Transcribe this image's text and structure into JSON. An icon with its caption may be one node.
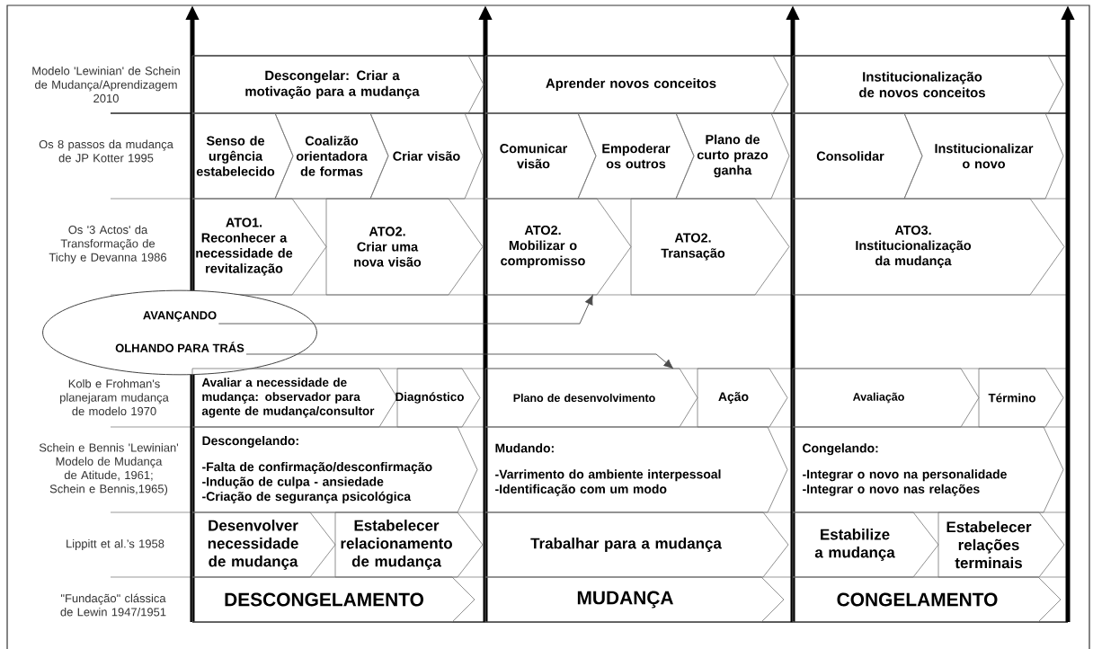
{
  "diagram": {
    "nodes": [
      {
        "text": [
          "Descongelar: Criar a motivação para a mudança"
        ]
      },
      {
        "text": [
          "Aprender novos conceitos"
        ]
      },
      {
        "text": [
          "Institucionalização de novos conceitos"
        ]
      },
      {
        "text": [
          "Senso de urgência estabelecido"
        ]
      },
      {
        "text": [
          "Coalizão orientadora de formas"
        ]
      },
      {
        "text": [
          "Criar visão"
        ]
      },
      {
        "text": [
          "Comunicar visão"
        ]
      },
      {
        "text": [
          "Empoderar os outros"
        ]
      },
      {
        "text": [
          "Plano de curto prazo ganha"
        ]
      },
      {
        "text": [
          "Consolidar"
        ]
      },
      {
        "text": [
          "Institucionalizar o novo"
        ]
      },
      {
        "text": [
          "ATO1.",
          "Reconhecer a necessidade de revitalização"
        ]
      },
      {
        "text": [
          "ATO2.",
          "Criar uma nova visão"
        ]
      },
      {
        "text": [
          "ATO2.",
          "Mobilizar o compromisso"
        ]
      },
      {
        "text": [
          "ATO2.",
          "Transação"
        ]
      },
      {
        "text": [
          "ATO3.",
          "Institucionalização da mudança"
        ]
      },
      {
        "text": [],
        "shape": "ellipse"
      },
      {
        "text": [
          "AVANÇANDO"
        ],
        "in": 16
      },
      {
        "text": [
          "OLHANDO PARA TRÁS"
        ],
        "in": 16
      },
      {
        "text": [
          "Avaliar a necessidade de mudança: observador para agente de mudança/consultor"
        ]
      },
      {
        "text": [
          "Diagnóstico"
        ]
      },
      {
        "text": [
          "Plano de desenvolvimento"
        ]
      },
      {
        "text": [
          "Ação"
        ]
      },
      {
        "text": [
          "Avaliação"
        ]
      },
      {
        "text": [
          "Término"
        ]
      },
      {
        "text": [
          "Descongelando:",
          "-Falta de confirmação/desconfirmação",
          "-Indução de culpa - ansiedade",
          "-Criação de segurança psicológica"
        ]
      },
      {
        "text": [
          "Mudando:",
          "-Varrimento do ambiente interpessoal",
          "-Identificação com um modo"
        ]
      },
      {
        "text": [
          "Congelando:",
          "-Integrar o novo na personalidade",
          "-Integrar o novo nas relações"
        ]
      },
      {
        "text": [
          "Desenvolver necessidade de mudança"
        ]
      },
      {
        "text": [
          "Estabelecer relacionamento de mudança"
        ]
      },
      {
        "text": [
          "Trabalhar para a mudança"
        ]
      },
      {
        "text": [
          "Estabilize a mudança"
        ]
      },
      {
        "text": [
          "Estabelecer relações terminais"
        ]
      },
      {
        "text": [
          "DESCONGELAMENTO"
        ]
      },
      {
        "text": [
          "MUDANÇA"
        ]
      },
      {
        "text": [
          "CONGELAMENTO"
        ]
      }
    ],
    "edges": [
      {
        "from": 17,
        "to": 13,
        "arrow": "to"
      },
      {
        "from": 18,
        "to": 21,
        "arrow": "to"
      }
    ],
    "labels": [
      "Modelo 'Lewinian' de Schein de Mudança/Aprendizagem 2010",
      "Os 8 passos da mudança de JP Kotter 1995",
      "Os '3 Actos' da Transformação de Tichy e Devanna 1986",
      "Kolb e Frohman's planejaram mudança de modelo 1970",
      "Schein e Bennis 'Lewinian' Modelo de Mudança de Atitude, 1961; Schein e Bennis,1965)",
      "Lippitt et al.’s 1958",
      "\"Fundação\" clássica de Lewin 1947/1951"
    ]
  }
}
